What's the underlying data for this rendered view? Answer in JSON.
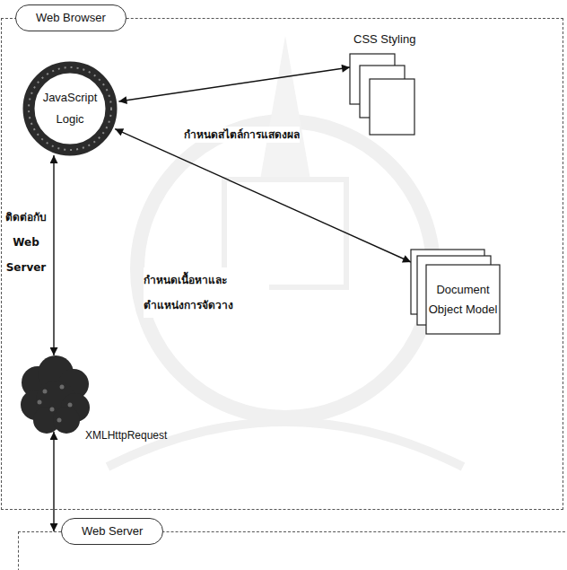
{
  "diagram": {
    "nodes": [
      {
        "text": [
          "Web Browser"
        ]
      },
      {
        "text": [
          "JavaScript Logic"
        ],
        "in": 0
      },
      {
        "text": [
          "CSS Styling"
        ],
        "in": 0
      },
      {
        "text": [
          "Document Object Model"
        ],
        "in": 0
      },
      {
        "text": [
          "XMLHttpRequest"
        ],
        "in": 0
      },
      {
        "text": [
          "Web Server"
        ]
      }
    ],
    "edges": [
      {
        "from": 1,
        "to": 2,
        "arrow": "both",
        "label": "กำหนดสไตล์การแสดงผล"
      },
      {
        "from": 1,
        "to": 3,
        "arrow": "both",
        "label": "กำหนดเนื้อหาและ ตำแหน่งการจัดวาง"
      },
      {
        "from": 1,
        "to": 4,
        "arrow": "both",
        "label": "ติดต่อกับ Web Server"
      },
      {
        "from": 4,
        "to": 5,
        "arrow": "both"
      }
    ]
  }
}
